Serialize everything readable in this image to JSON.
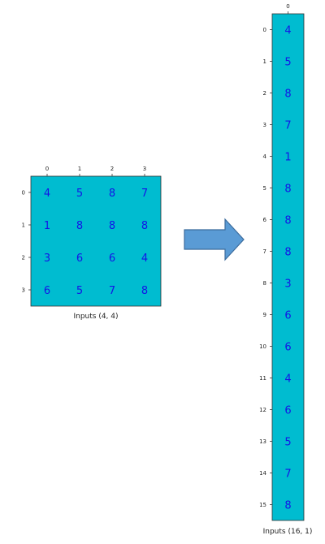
{
  "colors": {
    "cell_fill": "#00bcd0",
    "value_text": "#1414e6",
    "axis": "#333333",
    "arrow_fill": "#5a9bd5",
    "arrow_stroke": "#3c6c9c"
  },
  "left": {
    "caption": "Inputs (4, 4)",
    "col_ticks": [
      "0",
      "1",
      "2",
      "3"
    ],
    "row_ticks": [
      "0",
      "1",
      "2",
      "3"
    ],
    "values": [
      [
        "4",
        "5",
        "8",
        "7"
      ],
      [
        "1",
        "8",
        "8",
        "8"
      ],
      [
        "3",
        "6",
        "6",
        "4"
      ],
      [
        "6",
        "5",
        "7",
        "8"
      ]
    ]
  },
  "right": {
    "caption": "Inputs (16, 1)",
    "col_ticks": [
      "0"
    ],
    "row_ticks": [
      "0",
      "1",
      "2",
      "3",
      "4",
      "5",
      "6",
      "7",
      "8",
      "9",
      "10",
      "11",
      "12",
      "13",
      "14",
      "15"
    ],
    "values": [
      "4",
      "5",
      "8",
      "7",
      "1",
      "8",
      "8",
      "8",
      "3",
      "6",
      "6",
      "4",
      "6",
      "5",
      "7",
      "8"
    ]
  },
  "arrow": {
    "icon": "right-arrow-icon"
  }
}
